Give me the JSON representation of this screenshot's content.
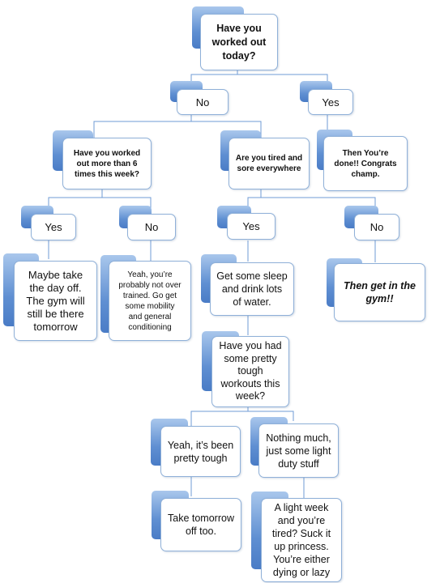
{
  "flowchart": {
    "root": "Have you\nworked out\ntoday?",
    "no1": "No",
    "yes1": "Yes",
    "q6times": "Have you worked\nout more than 6\ntimes this week?",
    "tired": "Are you tired and\nsore everywhere",
    "done": "Then You’re\ndone!! Congrats\nchamp.",
    "yes2": "Yes",
    "no2": "No",
    "yes3": "Yes",
    "no3": "No",
    "dayoff": "Maybe take\nthe day off.\nThe gym will\nstill be there\ntomorrow",
    "notover": "Yeah, you’re\nprobably not over\ntrained. Go get\nsome mobility\nand general\nconditioning",
    "sleep": "Get some sleep\nand drink lots\nof water.",
    "getgym": "Then get in the\ngym!!",
    "toughq": "Have you had\nsome pretty\ntough\nworkouts this\nweek?",
    "prettytough": "Yeah, it’s been\npretty tough",
    "lightduty": "Nothing much,\njust some light\nduty stuff",
    "tomorrowoff": "Take tomorrow\noff too.",
    "suckit": "A light week\nand you’re\ntired? Suck it\nup princess.\nYou’re either\ndying or lazy"
  },
  "colors": {
    "tab_gradient_top": "#a9c7ec",
    "tab_gradient_bottom": "#4a7cc6",
    "box_border": "#8fb0d8",
    "connector": "#6f9bd6"
  }
}
